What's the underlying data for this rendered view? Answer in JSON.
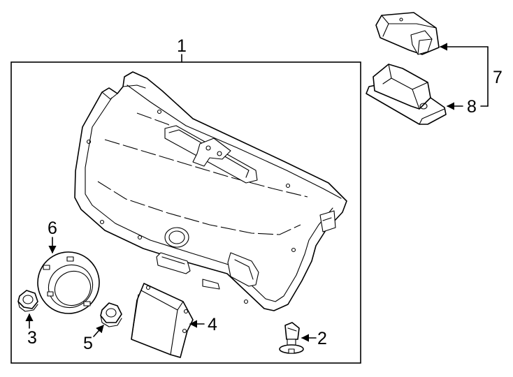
{
  "callouts": {
    "c1": "1",
    "c2": "2",
    "c3": "3",
    "c4": "4",
    "c5": "5",
    "c6": "6",
    "c7": "7",
    "c8": "8"
  },
  "icons": {
    "leader_arrow": "arrowhead"
  }
}
